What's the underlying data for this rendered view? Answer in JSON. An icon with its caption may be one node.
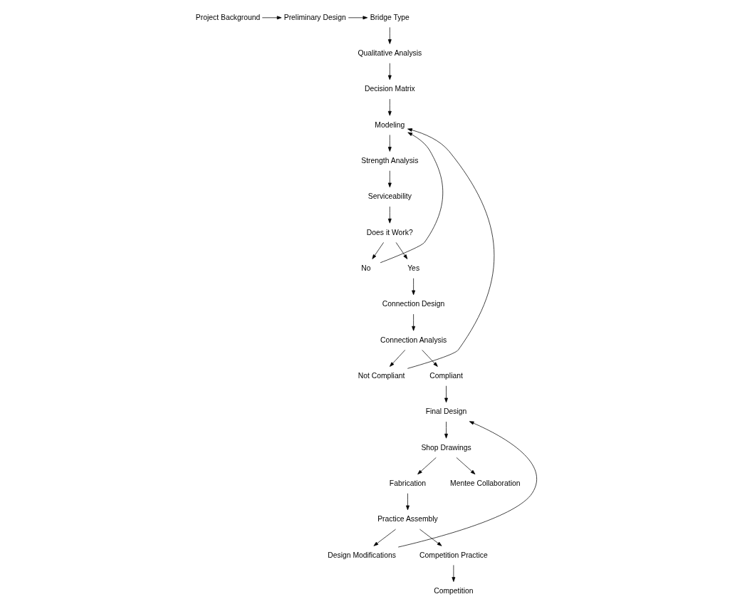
{
  "diagram": {
    "nodes": [
      {
        "text": [
          "Project Background"
        ]
      },
      {
        "text": [
          "Preliminary Design"
        ]
      },
      {
        "text": [
          "Bridge Type"
        ]
      },
      {
        "text": [
          "Qualitative Analysis"
        ]
      },
      {
        "text": [
          "Decision Matrix"
        ]
      },
      {
        "text": [
          "Modeling"
        ]
      },
      {
        "text": [
          "Strength Analysis"
        ]
      },
      {
        "text": [
          "Serviceability"
        ]
      },
      {
        "text": [
          "Does it Work?"
        ]
      },
      {
        "text": [
          "No"
        ]
      },
      {
        "text": [
          "Yes"
        ]
      },
      {
        "text": [
          "Connection Design"
        ]
      },
      {
        "text": [
          "Connection Analysis"
        ]
      },
      {
        "text": [
          "Not Compliant"
        ]
      },
      {
        "text": [
          "Compliant"
        ]
      },
      {
        "text": [
          "Final Design"
        ]
      },
      {
        "text": [
          "Shop Drawings"
        ]
      },
      {
        "text": [
          "Fabrication"
        ]
      },
      {
        "text": [
          "Mentee Collaboration"
        ]
      },
      {
        "text": [
          "Practice Assembly"
        ]
      },
      {
        "text": [
          "Design Modifications"
        ]
      },
      {
        "text": [
          "Competition Practice"
        ]
      },
      {
        "text": [
          "Competition"
        ]
      }
    ],
    "edges": [
      {
        "from": 0,
        "to": 1,
        "arrow": "to"
      },
      {
        "from": 1,
        "to": 2,
        "arrow": "to"
      },
      {
        "from": 2,
        "to": 3,
        "arrow": "to"
      },
      {
        "from": 3,
        "to": 4,
        "arrow": "to"
      },
      {
        "from": 4,
        "to": 5,
        "arrow": "to"
      },
      {
        "from": 5,
        "to": 6,
        "arrow": "to"
      },
      {
        "from": 6,
        "to": 7,
        "arrow": "to"
      },
      {
        "from": 7,
        "to": 8,
        "arrow": "to"
      },
      {
        "from": 8,
        "to": 9,
        "arrow": "to"
      },
      {
        "from": 8,
        "to": 10,
        "arrow": "to"
      },
      {
        "from": 10,
        "to": 11,
        "arrow": "to"
      },
      {
        "from": 11,
        "to": 12,
        "arrow": "to"
      },
      {
        "from": 12,
        "to": 13,
        "arrow": "to"
      },
      {
        "from": 12,
        "to": 14,
        "arrow": "to"
      },
      {
        "from": 9,
        "to": 5,
        "arrow": "to"
      },
      {
        "from": 13,
        "to": 5,
        "arrow": "to"
      },
      {
        "from": 14,
        "to": 15,
        "arrow": "to"
      },
      {
        "from": 15,
        "to": 16,
        "arrow": "to"
      },
      {
        "from": 16,
        "to": 17,
        "arrow": "to"
      },
      {
        "from": 16,
        "to": 18,
        "arrow": "to"
      },
      {
        "from": 17,
        "to": 19,
        "arrow": "to"
      },
      {
        "from": 19,
        "to": 20,
        "arrow": "to"
      },
      {
        "from": 19,
        "to": 21,
        "arrow": "to"
      },
      {
        "from": 20,
        "to": 15,
        "arrow": "to"
      },
      {
        "from": 21,
        "to": 22,
        "arrow": "to"
      }
    ]
  }
}
